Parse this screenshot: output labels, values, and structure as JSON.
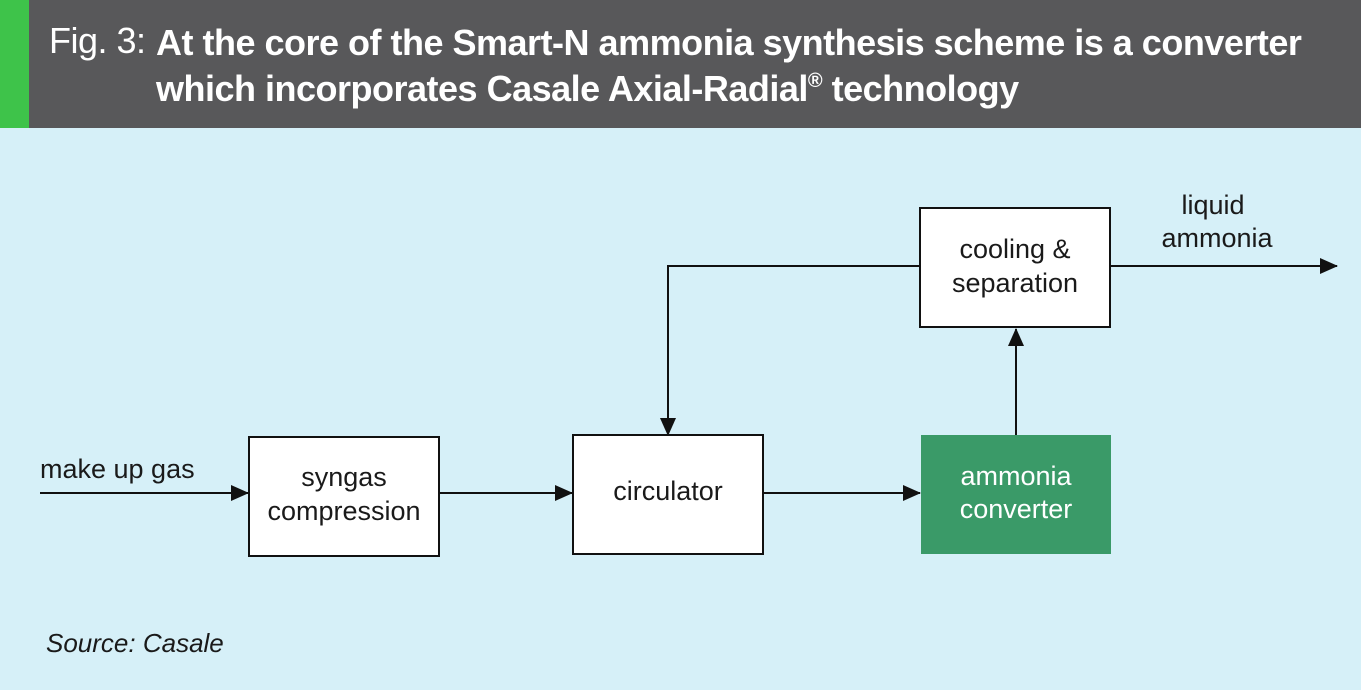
{
  "header": {
    "fig_label": "Fig. 3:",
    "title_main": "At the core of the Smart-N ammonia synthesis scheme is a converter which incorporates Casale Axial-Radial",
    "title_reg": "®",
    "title_end": " technology",
    "accent_color": "#3ec34a",
    "background_color": "#58585a"
  },
  "diagram": {
    "input_label": "make up gas",
    "output_label_line1": "liquid",
    "output_label_line2": "ammonia",
    "nodes": {
      "syngas_compression": {
        "line1": "syngas",
        "line2": "compression"
      },
      "circulator": {
        "line1": "circulator"
      },
      "ammonia_converter": {
        "line1": "ammonia",
        "line2": "converter",
        "fill": "#3a9a68"
      },
      "cooling_separation": {
        "line1": "cooling &",
        "line2": "separation"
      }
    },
    "edges": [
      {
        "from": "make up gas",
        "to": "syngas compression"
      },
      {
        "from": "syngas compression",
        "to": "circulator"
      },
      {
        "from": "circulator",
        "to": "ammonia converter"
      },
      {
        "from": "ammonia converter",
        "to": "cooling & separation"
      },
      {
        "from": "cooling & separation",
        "to": "circulator"
      },
      {
        "from": "cooling & separation",
        "to": "liquid ammonia"
      }
    ]
  },
  "source": "Source: Casale",
  "background_color": "#d6f0f8"
}
